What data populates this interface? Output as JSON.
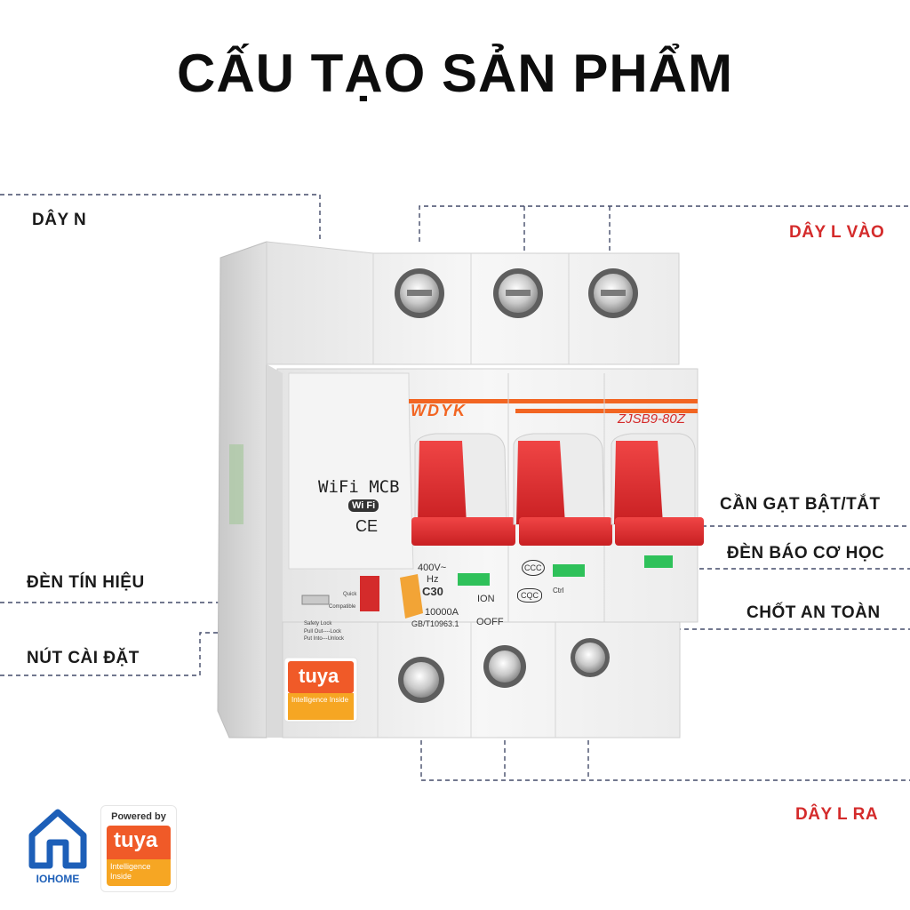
{
  "title": "CẤU TẠO SẢN PHẨM",
  "labels": {
    "day_n": "DÂY N",
    "day_l_vao": "DÂY L VÀO",
    "can_gat": "CẦN GẠT BẬT/TẮT",
    "den_bao_co_hoc": "ĐÈN BÁO CƠ HỌC",
    "chot_an_toan": "CHỐT AN TOÀN",
    "den_tin_hieu": "ĐÈN TÍN HIỆU",
    "nut_cai_dat": "NÚT CÀI ĐẶT",
    "day_l_ra": "DÂY L RA"
  },
  "device": {
    "brand": "WDYK",
    "model": "ZJSB9-80Z",
    "name": "WiFi MCB",
    "wifi_badge": "Wi Fi",
    "ce": "CE",
    "rating_voltage": "400V~",
    "rating_hz": "Hz",
    "rating_current": "C30",
    "breaking": "10000A",
    "standard": "GB/T10963.1",
    "on": "ION",
    "off": "OOFF",
    "ccc": "CCC",
    "cqc": "CQC",
    "ctrl": "Ctrl",
    "quick": "Quick",
    "compatible": "Compatible",
    "safety_lock": "Safety Lock",
    "pull_out": "Pull Out----Lock",
    "put_into": "Put Into---Unlock",
    "tuya": "tuya",
    "intelligence_inside": "Intelligence Inside"
  },
  "footer": {
    "iohome": "IOHOME",
    "powered_by": "Powered by",
    "tuya": "tuya",
    "intelligence_inside": "Intelligence Inside"
  },
  "colors": {
    "accent_red": "#d42b2b",
    "handle_red": "#e02a2c",
    "indicator_green": "#2fc15a",
    "tuya_orange": "#f05a28",
    "iohome_blue": "#1d5fb8"
  }
}
